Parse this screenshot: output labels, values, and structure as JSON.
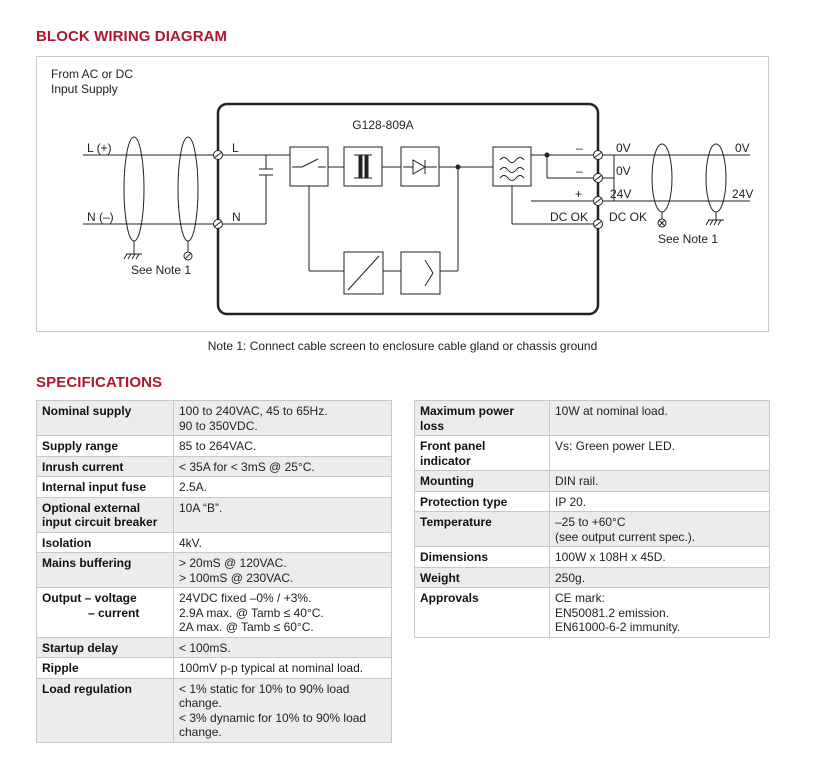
{
  "headings": {
    "diagram": "BLOCK WIRING DIAGRAM",
    "specs": "SPECIFICATIONS"
  },
  "diagram": {
    "source_line1": "From AC or DC",
    "source_line2": "Input Supply",
    "model": "G128-809A",
    "in_l": "L (+)",
    "in_n": "N (–)",
    "term_l": "L",
    "term_n": "N",
    "minus1": "–",
    "minus2": "–",
    "plus": "+",
    "dc_ok_inner": "DC OK",
    "out_0v_1": "0V",
    "out_0v_2": "0V",
    "out_24v": "24V",
    "out_dc_ok": "DC OK",
    "ext_0v": "0V",
    "ext_24v": "24V",
    "note_left": "See Note 1",
    "note_right": "See Note 1"
  },
  "note": "Note 1: Connect cable screen to enclosure cable gland or chassis ground",
  "specs_left": [
    {
      "key": [
        "Nominal supply"
      ],
      "val": [
        "100 to 240VAC, 45 to 65Hz.",
        "90 to 350VDC."
      ]
    },
    {
      "key": [
        "Supply range"
      ],
      "val": [
        "85 to 264VAC."
      ]
    },
    {
      "key": [
        "Inrush current"
      ],
      "val": [
        "< 35A for < 3mS @ 25°C."
      ]
    },
    {
      "key": [
        "Internal input fuse"
      ],
      "val": [
        "2.5A."
      ]
    },
    {
      "key": [
        "Optional external",
        "input circuit breaker"
      ],
      "val": [
        "10A “B”."
      ]
    },
    {
      "key": [
        "Isolation"
      ],
      "val": [
        "4kV."
      ]
    },
    {
      "key": [
        "Mains buffering"
      ],
      "val": [
        "> 20mS @ 120VAC.",
        "> 100mS @ 230VAC."
      ]
    },
    {
      "key": [
        "Output – voltage",
        "– current"
      ],
      "val": [
        "24VDC fixed –0% / +3%.",
        "2.9A max. @ Tamb ≤ 40°C.",
        "2A max. @ Tamb ≤ 60°C."
      ]
    },
    {
      "key": [
        "Startup delay"
      ],
      "val": [
        "< 100mS."
      ]
    },
    {
      "key": [
        "Ripple"
      ],
      "val": [
        "100mV p-p typical at nominal load."
      ]
    },
    {
      "key": [
        "Load regulation"
      ],
      "val": [
        "< 1% static for 10% to 90% load",
        "change.",
        "< 3% dynamic for 10% to 90% load",
        "change."
      ]
    }
  ],
  "specs_right": [
    {
      "key": [
        "Maximum power",
        "loss"
      ],
      "val": [
        "10W at nominal load."
      ]
    },
    {
      "key": [
        "Front panel",
        "indicator"
      ],
      "val": [
        "Vs: Green power LED."
      ]
    },
    {
      "key": [
        "Mounting"
      ],
      "val": [
        "DIN rail."
      ]
    },
    {
      "key": [
        "Protection type"
      ],
      "val": [
        "IP 20."
      ]
    },
    {
      "key": [
        "Temperature"
      ],
      "val": [
        "–25 to +60°C",
        "(see output current spec.)."
      ]
    },
    {
      "key": [
        "Dimensions"
      ],
      "val": [
        "100W x 108H x 45D."
      ]
    },
    {
      "key": [
        "Weight"
      ],
      "val": [
        "250g."
      ]
    },
    {
      "key": [
        "Approvals"
      ],
      "val": [
        "CE mark:",
        "EN50081.2 emission.",
        "EN61000-6-2 immunity."
      ]
    }
  ]
}
